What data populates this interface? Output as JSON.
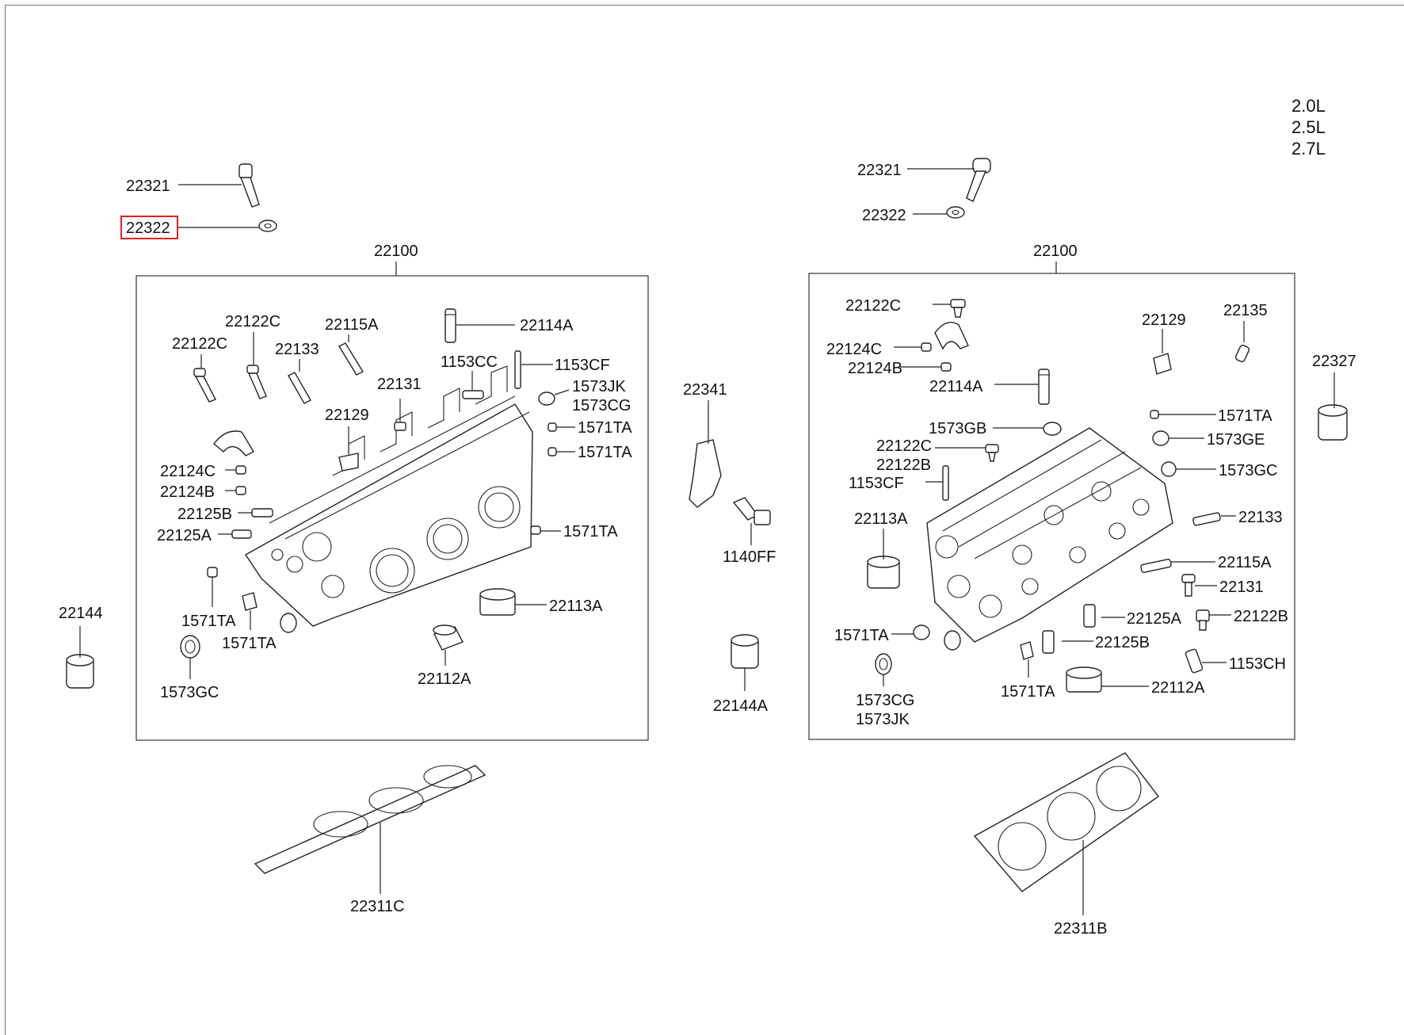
{
  "engine_variants": [
    "2.0L",
    "2.5L",
    "2.7L"
  ],
  "highlighted_part": "22322",
  "left_head": {
    "assembly": "22100",
    "outside": [
      "22321",
      "22322",
      "22144",
      "22311C"
    ],
    "inside": [
      "22122C",
      "22122C",
      "22115A",
      "22114A",
      "22133",
      "1153CC",
      "1153CF",
      "22131",
      "1573JK",
      "1573CG",
      "22129",
      "1571TA",
      "1571TA",
      "22124C",
      "22124B",
      "22125B",
      "22125A",
      "1571TA",
      "22113A",
      "1571TA",
      "1571TA",
      "1573GC",
      "22112A"
    ]
  },
  "center": [
    "22341",
    "1140FF",
    "22144A"
  ],
  "right_head": {
    "assembly": "22100",
    "outside": [
      "22321",
      "22322",
      "22327",
      "22311B"
    ],
    "inside": [
      "22122C",
      "22129",
      "22135",
      "22124C",
      "22124B",
      "22114A",
      "1571TA",
      "1573GB",
      "1573GE",
      "22122C",
      "22122B",
      "1573GC",
      "1153CF",
      "22113A",
      "22133",
      "22115A",
      "22131",
      "22122B",
      "22125A",
      "1571TA",
      "22125B",
      "1153CH",
      "1573CG",
      "1573JK",
      "1571TA",
      "22112A"
    ]
  }
}
